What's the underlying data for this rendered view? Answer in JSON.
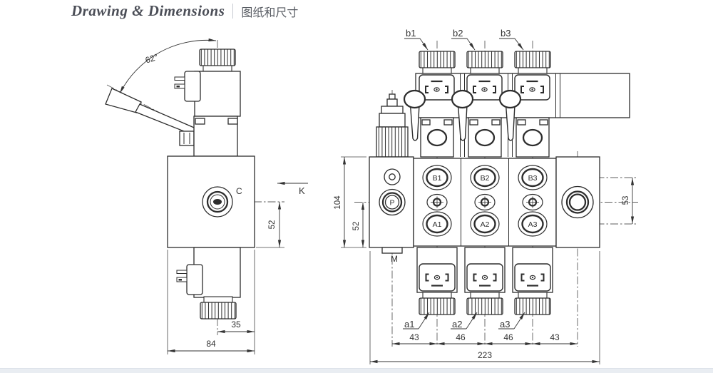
{
  "header": {
    "title_en": "Drawing & Dimensions",
    "title_zh": "图纸和尺寸"
  },
  "side_view": {
    "lever_angle": "62°",
    "view_label": "K",
    "port_c": "C",
    "dim_52": "52",
    "dim_35": "35",
    "dim_84": "84"
  },
  "front_view": {
    "top_overrides": [
      "b1",
      "b2",
      "b3"
    ],
    "bottom_overrides": [
      "a1",
      "a2",
      "a3"
    ],
    "b_ports": [
      "B1",
      "B2",
      "B3"
    ],
    "a_ports": [
      "A1",
      "A2",
      "A3"
    ],
    "inlet_port": "P",
    "gauge_port": "M",
    "dim_104": "104",
    "dim_52": "52",
    "dim_53": "53",
    "dim_sections": [
      "43",
      "46",
      "46",
      "43"
    ],
    "dim_total": "223"
  },
  "colors": {
    "line": "#2d2d2d",
    "centerline": "#5c5c5c",
    "accent_bar": "#e9edf2",
    "title": "#4b4e57"
  }
}
